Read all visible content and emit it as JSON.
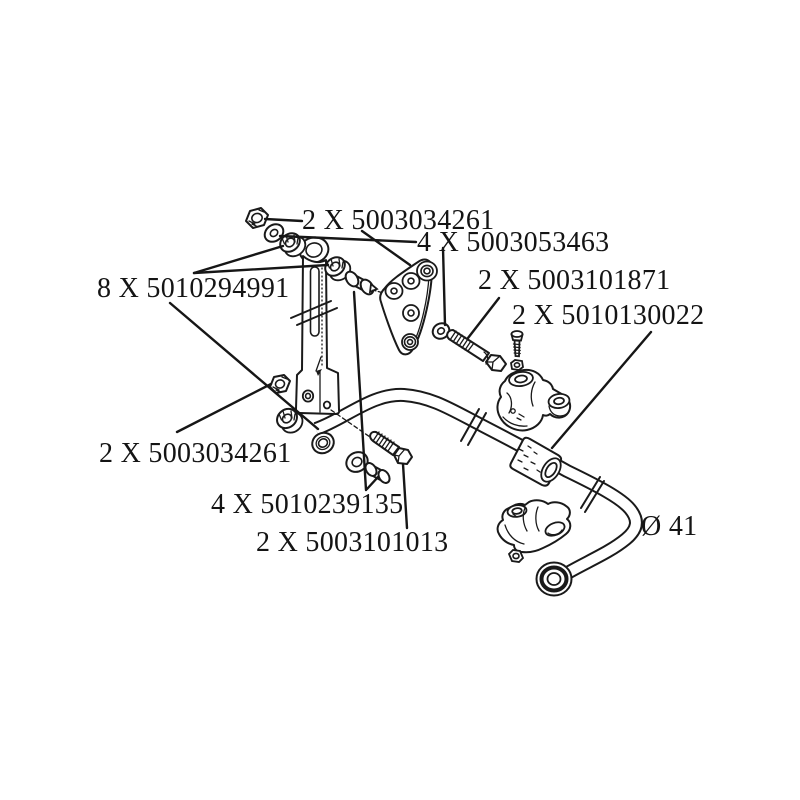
{
  "diagram": {
    "colors": {
      "ink": "#1a1a1a",
      "background": "#ffffff"
    },
    "labels": [
      {
        "id": "upper-nut",
        "text": "2 X 5003034261"
      },
      {
        "id": "washers",
        "text": "4 X 5003053463"
      },
      {
        "id": "link-bushings",
        "text": "8 X 5010294991"
      },
      {
        "id": "upper-bolt",
        "text": "2 X 5003101871"
      },
      {
        "id": "bar-bushing-kit",
        "text": "2 X 5010130022"
      },
      {
        "id": "lower-nut",
        "text": "2 X 5003034261"
      },
      {
        "id": "spacers",
        "text": "4 X 5010239135"
      },
      {
        "id": "lower-bolt",
        "text": "2 X 5003101013"
      },
      {
        "id": "bar-diameter",
        "text": "Ø 41"
      }
    ]
  }
}
